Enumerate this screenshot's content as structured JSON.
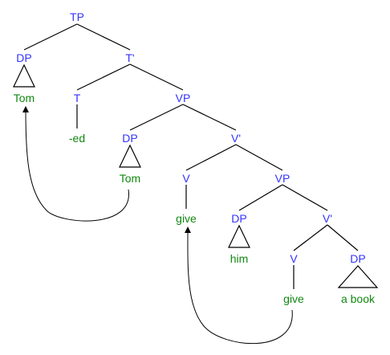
{
  "colors": {
    "category": "#3333ff",
    "word": "#118811",
    "line": "#000000",
    "background": "#ffffff"
  },
  "nodes": {
    "tp": "TP",
    "dp_subject": "DP",
    "tom_subject": "Tom",
    "t_bar": "T'",
    "t": "T",
    "ed": "-ed",
    "vp_upper": "VP",
    "dp_trace": "DP",
    "tom_trace": "Tom",
    "v_bar_upper": "V'",
    "v_upper": "V",
    "give_upper": "give",
    "vp_lower": "VP",
    "dp_him": "DP",
    "him": "him",
    "v_bar_lower": "V'",
    "v_lower": "V",
    "give_lower": "give",
    "dp_book": "DP",
    "a_book": "a book"
  },
  "movement_arrows": [
    {
      "from": "tom_trace",
      "to": "tom_subject"
    },
    {
      "from": "give_lower",
      "to": "give_upper"
    }
  ]
}
